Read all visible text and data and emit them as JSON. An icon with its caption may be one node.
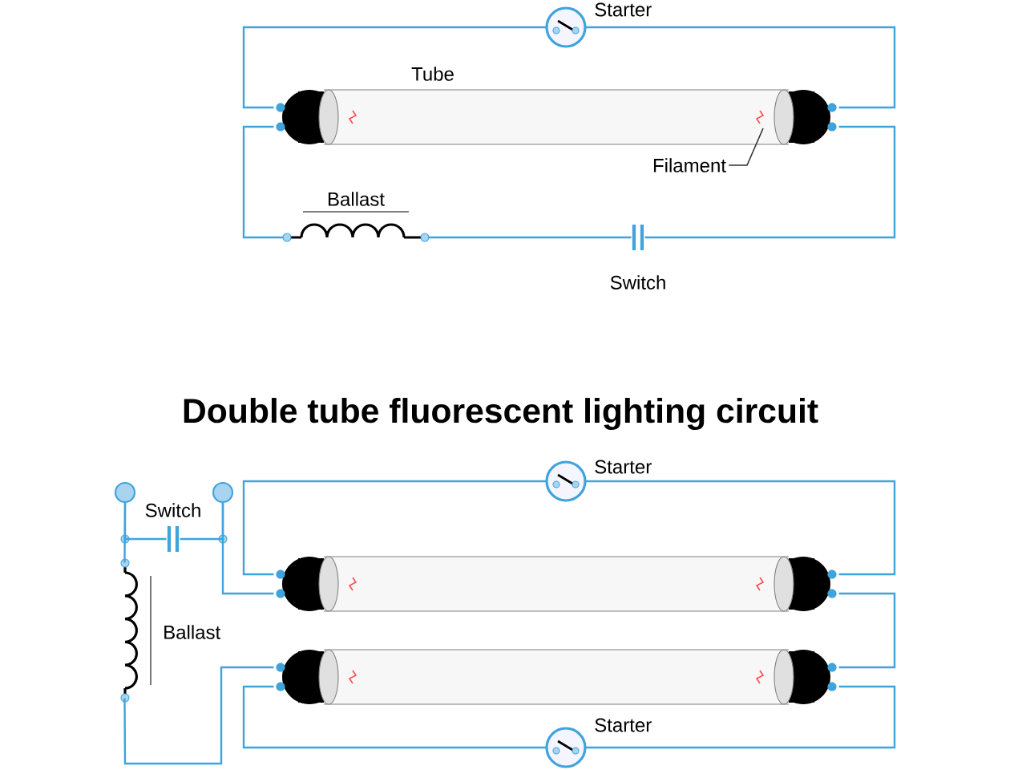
{
  "diagram": {
    "title": "Double tube fluorescent lighting circuit",
    "nodes": [
      {
        "text": [
          "Starter"
        ]
      },
      {
        "text": [
          "Tube"
        ]
      },
      {
        "text": [
          "Filament"
        ]
      },
      {
        "text": [
          "Ballast"
        ]
      },
      {
        "text": [
          "Switch"
        ]
      },
      {
        "text": [],
        "shape": "circle"
      },
      {
        "text": [],
        "shape": "circle"
      },
      {
        "text": [
          "Switch"
        ]
      },
      {
        "text": [
          "Starter"
        ]
      },
      {
        "text": [],
        "shape": "cylinder"
      },
      {
        "text": [
          "Ballast"
        ]
      },
      {
        "text": [],
        "shape": "cylinder"
      },
      {
        "text": [
          "Starter"
        ]
      }
    ],
    "edges": [
      {
        "from": 0,
        "to": 1,
        "arrow": "none"
      },
      {
        "from": 0,
        "to": 1,
        "arrow": "none"
      },
      {
        "from": 1,
        "to": 3,
        "arrow": "none"
      },
      {
        "from": 3,
        "to": 4,
        "arrow": "none"
      },
      {
        "from": 4,
        "to": 1,
        "arrow": "none"
      },
      {
        "from": 2,
        "to": 1,
        "arrow": "none",
        "color": "#333333"
      },
      {
        "from": 5,
        "to": 7,
        "arrow": "none"
      },
      {
        "from": 7,
        "to": 6,
        "arrow": "none"
      },
      {
        "from": 5,
        "to": 10,
        "arrow": "none"
      },
      {
        "from": 6,
        "to": 9,
        "arrow": "none"
      },
      {
        "from": 8,
        "to": 9,
        "arrow": "none"
      },
      {
        "from": 8,
        "to": 9,
        "arrow": "none"
      },
      {
        "from": 9,
        "to": 11,
        "arrow": "none"
      },
      {
        "from": 10,
        "to": 11,
        "arrow": "none"
      },
      {
        "from": 11,
        "to": 12,
        "arrow": "none"
      },
      {
        "from": 11,
        "to": 12,
        "arrow": "none"
      }
    ]
  }
}
